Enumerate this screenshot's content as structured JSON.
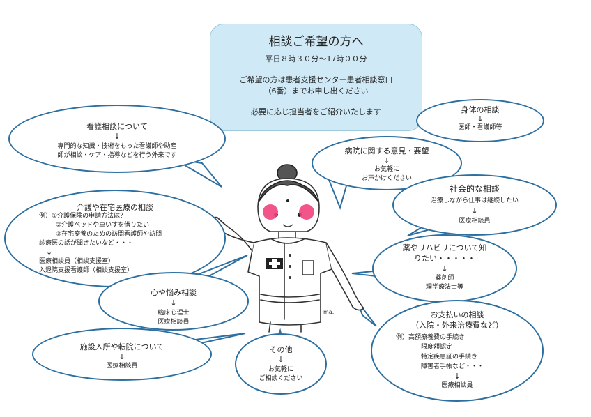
{
  "info": {
    "title": "相談ご希望の方へ",
    "hours": "平日８時３０分～17時００分",
    "desk_line1": "ご希望の方は患者支援センター患者相談窓口",
    "desk_line2": "（6番）までお申し出ください",
    "intro": "必要に応じ担当者をご紹介いたします"
  },
  "arrow_glyph": "↓",
  "bubbles": {
    "nursing": {
      "title": "看護相談について",
      "line1": "専門的な知識・技術をもった看護師や助産",
      "line2": "師が相談・ケア・指導などを行う外来です"
    },
    "physical": {
      "title": "身体の相談",
      "staff": "医師・看護師等"
    },
    "opinion": {
      "title": "病院に関する意見・要望",
      "line1": "お気軽に",
      "line2": "お声かけください"
    },
    "social": {
      "title": "社会的な相談",
      "subtitle": "治療しながら仕事は継続したい",
      "staff": "医療相談員"
    },
    "care": {
      "title": "介護や在宅医療の相談",
      "ex1": "例）①介護保険の申請方法は？",
      "ex2": "②介護ベッドや車いすを借りたい",
      "ex3": "③在宅療養のための訪問看護師や訪問",
      "ex4": "診療医の話が聞きたいなど・・・",
      "staff1": "医療相談員（相談支援室）",
      "staff2": "入退院支援看護師（相談支援室）"
    },
    "medicine": {
      "title1": "薬やリハビリについて知",
      "title2": "りたい・・・・・",
      "staff1": "薬剤師",
      "staff2": "理学療法士等"
    },
    "mental": {
      "title": "心や悩み相談",
      "staff1": "臨床心理士",
      "staff2": "医療相談員"
    },
    "payment": {
      "title": "お支払いの相談",
      "subtitle": "（入院・外来治療費など）",
      "ex1": "例）高額療養費の手続き",
      "ex2": "限度額認定",
      "ex3": "特定疾患証の手続き",
      "ex4": "障害者手帳など・・・",
      "staff": "医療相談員"
    },
    "facility": {
      "title": "施設入所や転院について",
      "staff": "医療相談員"
    },
    "other": {
      "title": "その他",
      "line1": "お気軽に",
      "line2": "ご相談ください"
    }
  },
  "signature": "ma."
}
